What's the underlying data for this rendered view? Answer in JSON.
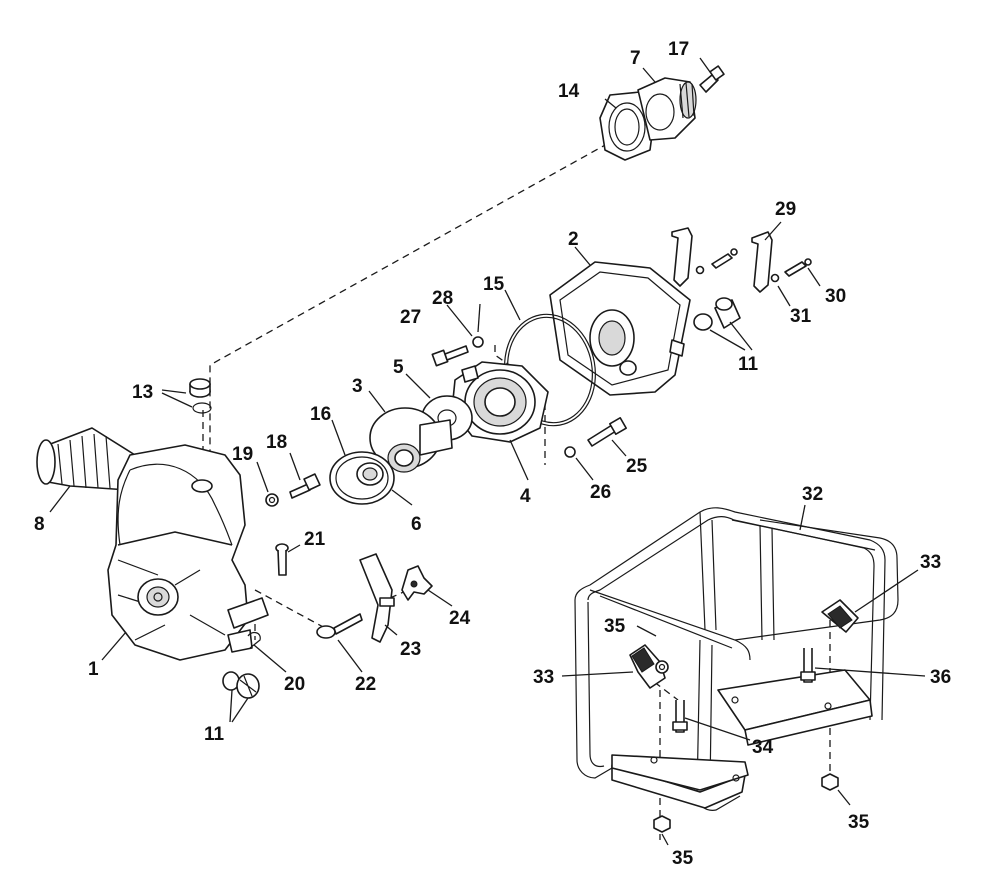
{
  "callouts": {
    "c1": "1",
    "c2": "2",
    "c3": "3",
    "c4": "4",
    "c5": "5",
    "c6": "6",
    "c7": "7",
    "c8": "8",
    "c11a": "11",
    "c11b": "11",
    "c13": "13",
    "c14": "14",
    "c15": "15",
    "c16": "16",
    "c17": "17",
    "c18": "18",
    "c19": "19",
    "c20": "20",
    "c21": "21",
    "c22": "22",
    "c23": "23",
    "c24": "24",
    "c25": "25",
    "c26": "26",
    "c27": "27",
    "c28": "28",
    "c29": "29",
    "c30": "30",
    "c31": "31",
    "c32": "32",
    "c33a": "33",
    "c33b": "33",
    "c34": "34",
    "c35a": "35",
    "c35b": "35",
    "c35c": "35",
    "c36": "36"
  },
  "colors": {
    "line": "#1a1a1a",
    "background": "#ffffff"
  }
}
